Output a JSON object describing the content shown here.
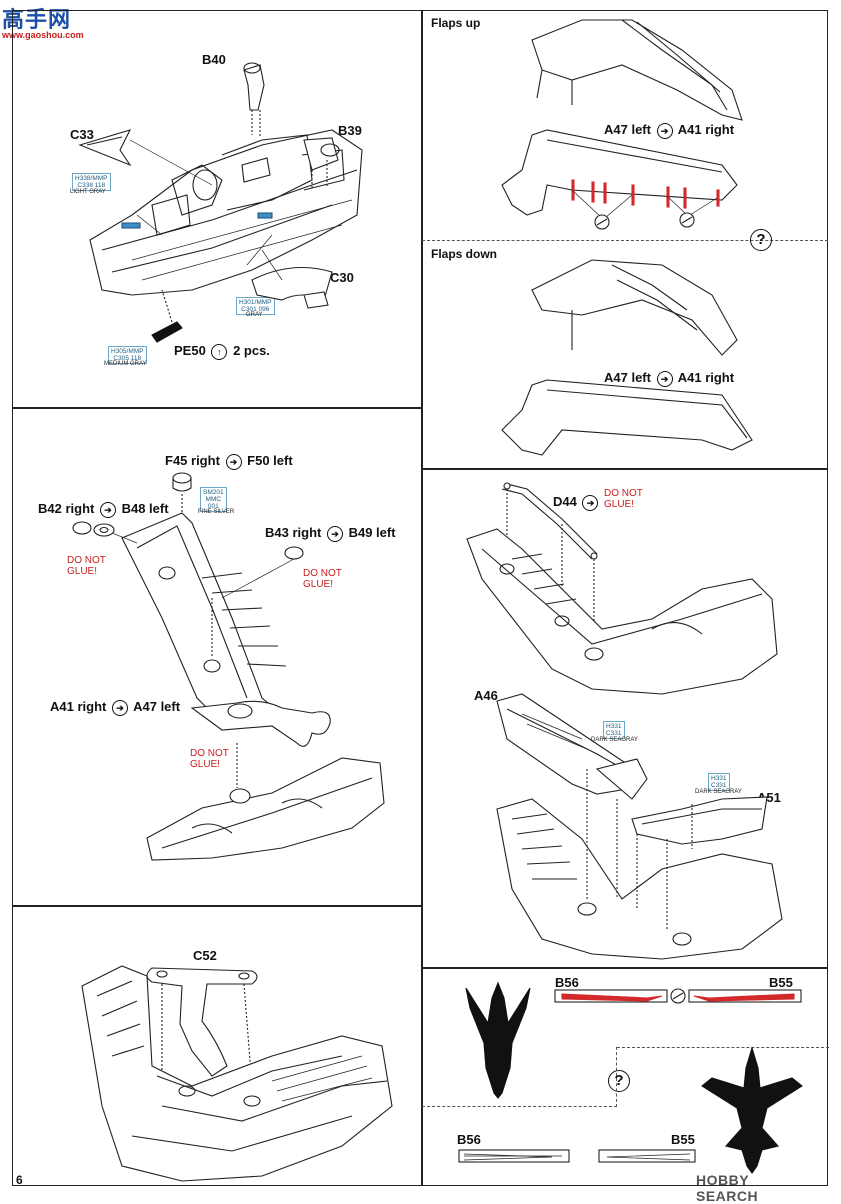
{
  "watermark_top": {
    "cn": "高手网",
    "url": "www.gaoshou.com"
  },
  "watermark_bottom": "HOBBY SEARCH",
  "page_number": "6",
  "panel1": {
    "labels": {
      "b40": "B40",
      "c33": "C33",
      "b39": "B39",
      "c30": "C30",
      "pe50": "PE50",
      "pe50_suffix": "2 pcs."
    },
    "paints": [
      {
        "codes": "H338/MMP",
        "code2": "C338  118",
        "name": "LIGHT GRAY"
      },
      {
        "codes": "H301/MMP",
        "code2": "C301  096",
        "name": "GRAY"
      },
      {
        "codes": "H305/MMP",
        "code2": "C305  118",
        "name": "MEDIUM GRAY"
      }
    ]
  },
  "panel2": {
    "f45": "F45 right",
    "f50": "F50 left",
    "b42": "B42 right",
    "b48": "B48 left",
    "b43": "B43 right",
    "b49": "B49 left",
    "a41": "A41 right",
    "a47": "A47 left",
    "do_not_glue": [
      "DO NOT",
      "GLUE!"
    ],
    "paint": {
      "codes": "SM201",
      "code2": "MMC",
      "code3": "001",
      "name": "FINE SILVER"
    }
  },
  "panel3": {
    "c52": "C52"
  },
  "panel4": {
    "flaps_up": "Flaps up",
    "flaps_down": "Flaps down",
    "a47": "A47 left",
    "a41": "A41 right",
    "question": "?"
  },
  "panel5": {
    "d44": "D44",
    "do_not_glue": [
      "DO NOT",
      "GLUE!"
    ],
    "a46": "A46",
    "a51": "A51",
    "paints": [
      {
        "codes": "H331",
        "code2": "C331",
        "name": "DARK SEAGRAY"
      },
      {
        "codes": "H331",
        "code2": "C331",
        "name": "DARK SEAGRAY"
      }
    ]
  },
  "panel6": {
    "b56": "B56",
    "b55": "B55",
    "question": "?"
  },
  "icon_names": [
    "arrow-circle-icon",
    "cement-circle-icon",
    "question-circle-icon",
    "pe-bend-icon"
  ]
}
